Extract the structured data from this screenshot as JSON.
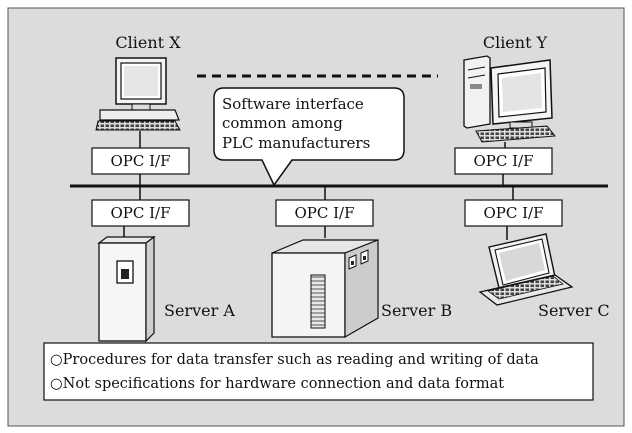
{
  "clients": {
    "x": {
      "label": "Client X",
      "interface": "OPC I/F"
    },
    "y": {
      "label": "Client Y",
      "interface": "OPC I/F"
    }
  },
  "callout": {
    "lines": [
      "Software interface",
      "common among",
      "PLC manufacturers"
    ]
  },
  "servers": {
    "a": {
      "label": "Server A",
      "interface": "OPC I/F"
    },
    "b": {
      "label": "Server B",
      "interface": "OPC I/F"
    },
    "c": {
      "label": "Server C",
      "interface": "OPC I/F"
    }
  },
  "notes": [
    "○Procedures for data transfer such as reading and writing of data",
    "○Not specifications for hardware connection and data format"
  ],
  "colors": {
    "panel_background": "#dcdcdc",
    "box_fill": "#ffffff",
    "line": "#111111"
  }
}
